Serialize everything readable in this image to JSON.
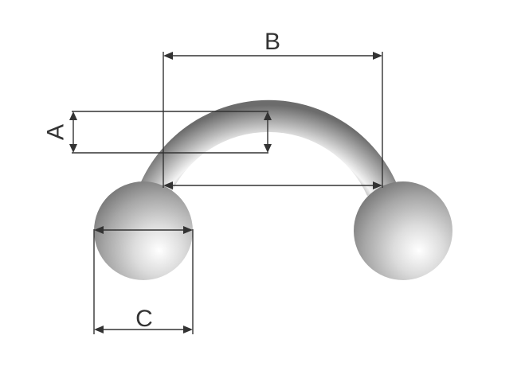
{
  "labels": {
    "a": "A",
    "b": "B",
    "c": "C"
  },
  "colors": {
    "dimension": "#333333",
    "metal_light": "#ffffff",
    "metal_mid": "#c4c4c4",
    "metal_dark": "#6f6f6f",
    "background": "#ffffff"
  }
}
